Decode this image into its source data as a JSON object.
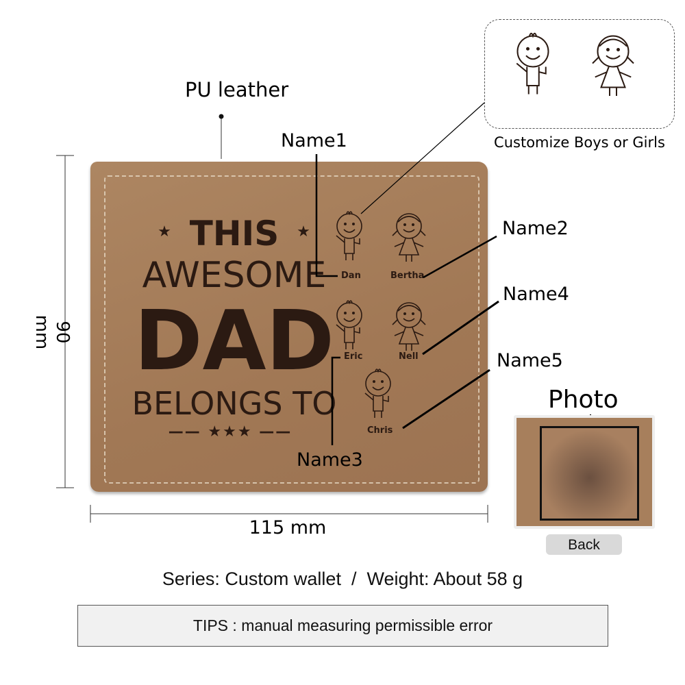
{
  "labels": {
    "material": "PU leather",
    "height": "90 mm",
    "width": "115 mm",
    "name1": "Name1",
    "name2": "Name2",
    "name3": "Name3",
    "name4": "Name4",
    "name5": "Name5",
    "photo": "Photo",
    "customize": "Customize Boys or Girls"
  },
  "engraving": {
    "line1": "THIS",
    "line2": "AWESOME",
    "line3": "DAD",
    "line4": "BELONGS TO",
    "kids": [
      "Dan",
      "Bertha",
      "Eric",
      "Nell",
      "Chris"
    ]
  },
  "back_button": "Back",
  "series_line": "Series: Custom wallet  /  Weight: About 58 g",
  "tips": "TIPS : manual measuring permissible error",
  "colors": {
    "leather": "#a57c59",
    "engraving": "#2b1a12"
  }
}
